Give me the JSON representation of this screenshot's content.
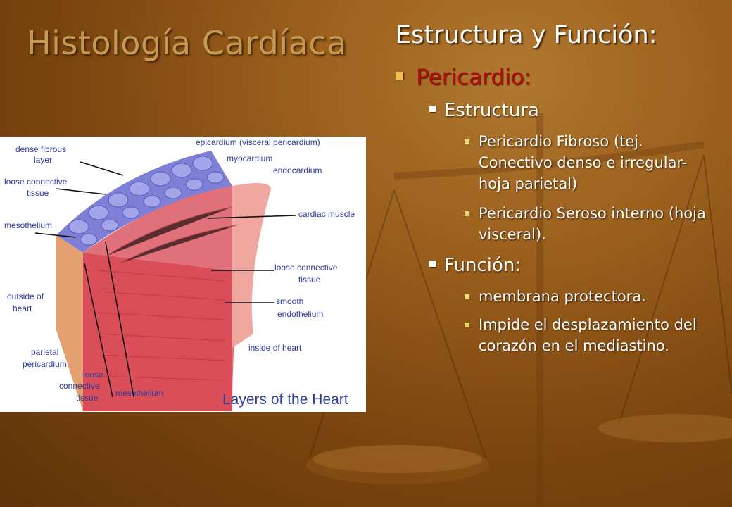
{
  "slide": {
    "title": "Histología Cardíaca",
    "subtitle": "Estructura y Función:",
    "section": "Pericardio:",
    "estructura": {
      "heading": "Estructura",
      "items": [
        "Pericardio Fibroso (tej. Conectivo denso e irregular-hoja parietal)",
        "Pericardio Seroso interno (hoja visceral)."
      ]
    },
    "funcion": {
      "heading": "Función:",
      "items": [
        "membrana protectora.",
        " Impide el desplazamiento del corazón en el mediastino."
      ]
    }
  },
  "figure": {
    "caption": "Layers of the Heart",
    "labels": {
      "dense_fibrous_1": "dense fibrous",
      "dense_fibrous_2": "layer",
      "loose_ct_a1": "loose connective",
      "loose_ct_a2": "tissue",
      "mesothelium_top": "mesothelium",
      "outside_1": "outside of",
      "outside_2": "heart",
      "parietal_1": "parietal",
      "parietal_2": "pericardium",
      "loose_ct_b1": "loose",
      "loose_ct_b2": "connective",
      "loose_ct_b3": "tissue",
      "mesothelium_bottom": "mesothelium",
      "epicardium": "epicardium (visceral pericardium)",
      "myocardium": "myocardium",
      "endocardium": "endocardium",
      "cardiac_muscle": "cardiac muscle",
      "loose_ct_c1": "loose connective",
      "loose_ct_c2": "tissue",
      "smooth_1": "smooth",
      "smooth_2": "endothelium",
      "inside": "inside of heart"
    }
  }
}
